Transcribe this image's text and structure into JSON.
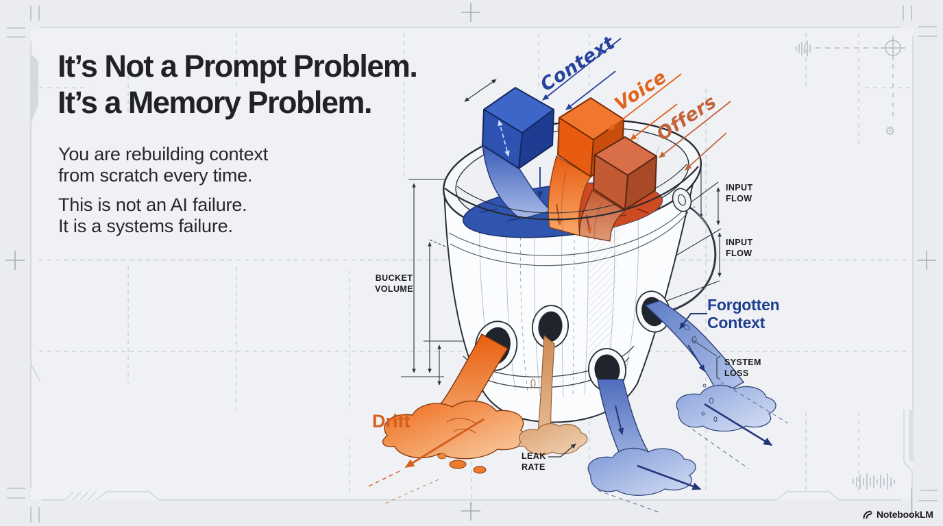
{
  "meta": {
    "background": "#eef0f3",
    "frame_color": "#c9cdd6",
    "style": "blueprint-infographic"
  },
  "headline": {
    "line1": "It’s Not a Prompt Problem.",
    "line2": "It’s a Memory Problem.",
    "color": "#212227"
  },
  "body": {
    "paragraph1": {
      "line1": "You are rebuilding context",
      "line2": "from scratch every time."
    },
    "paragraph2": {
      "line1": "This is not an AI failure.",
      "line2": "It is a systems failure."
    }
  },
  "diagram": {
    "input_labels": [
      {
        "label": "Context",
        "color": "#27439c"
      },
      {
        "label": "Voice",
        "color": "#e2641c"
      },
      {
        "label": "Offers",
        "color": "#c2633c"
      }
    ],
    "callouts": {
      "input_flow_top": {
        "line1": "INPUT",
        "line2": "FLOW"
      },
      "input_flow_bottom": {
        "line1": "INPUT",
        "line2": "FLOW"
      },
      "bucket_volume": {
        "line1": "BUCKET",
        "line2": "VOLUME"
      },
      "system_loss": {
        "line1": "SYSTEM",
        "line2": "LOSS"
      },
      "leak_rate": {
        "line1": "LEAK",
        "line2": "RATE"
      },
      "forgotten_context": {
        "line1": "Forgotten",
        "line2": "Context",
        "color": "#1e3f8f"
      },
      "drift": {
        "label": "Drift",
        "color": "#d4601f"
      }
    },
    "icons": [
      "waveform-icon",
      "registration-crosshair-icon",
      "gear-icon",
      "waveform-icon"
    ],
    "gear_glyph": "⚙",
    "palette": {
      "bucket_line": "#2a2f38",
      "blue_block": "#2e52b2",
      "orange_block": "#e85c12",
      "rust_block": "#c25a33",
      "blue_liquid": "#2f55b0",
      "red_liquid": "#cd4a23",
      "blue_arrow": "#24367a",
      "orange_arrow": "#d4601f"
    }
  },
  "branding": {
    "logo_text": "NotebookLM"
  }
}
